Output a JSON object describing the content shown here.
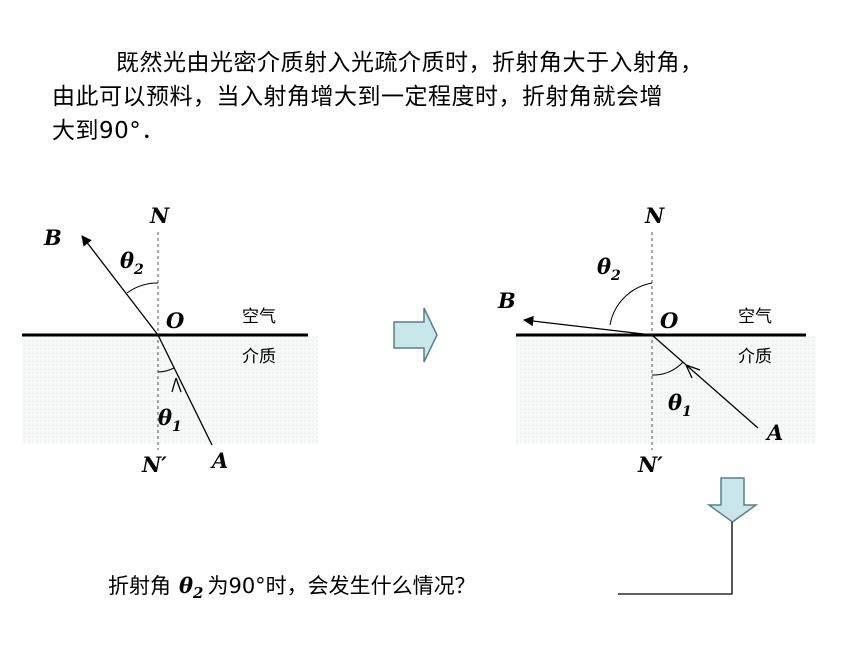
{
  "paragraph": {
    "line1": "既然光由光密介质射入光疏介质时，折射角大于入射角，",
    "line2": "由此可以预料，当入射角增大到一定程度时，折射角就会增",
    "line3": "大到90°．"
  },
  "diagram_left": {
    "normal_top": "N",
    "normal_bottom": "N′",
    "point_o": "O",
    "ray_out": "B",
    "ray_in": "A",
    "theta2_base": "θ",
    "theta2_sub": "2",
    "theta1_base": "θ",
    "theta1_sub": "1",
    "medium_top": "空气",
    "medium_bottom": "介质"
  },
  "diagram_right": {
    "normal_top": "N",
    "normal_bottom": "N′",
    "point_o": "O",
    "ray_out": "B",
    "ray_in": "A",
    "theta2_base": "θ",
    "theta2_sub": "2",
    "theta1_base": "θ",
    "theta1_sub": "1",
    "medium_top": "空气",
    "medium_bottom": "介质"
  },
  "question": {
    "prefix": "折射角",
    "theta": "θ",
    "theta_sub": "2",
    "suffix": "为90°时，会发生什么情况？"
  },
  "colors": {
    "arrow_fill": "#c9e6ea",
    "arrow_stroke": "#5a7f87",
    "medium_fill": "#f4f6f6"
  }
}
